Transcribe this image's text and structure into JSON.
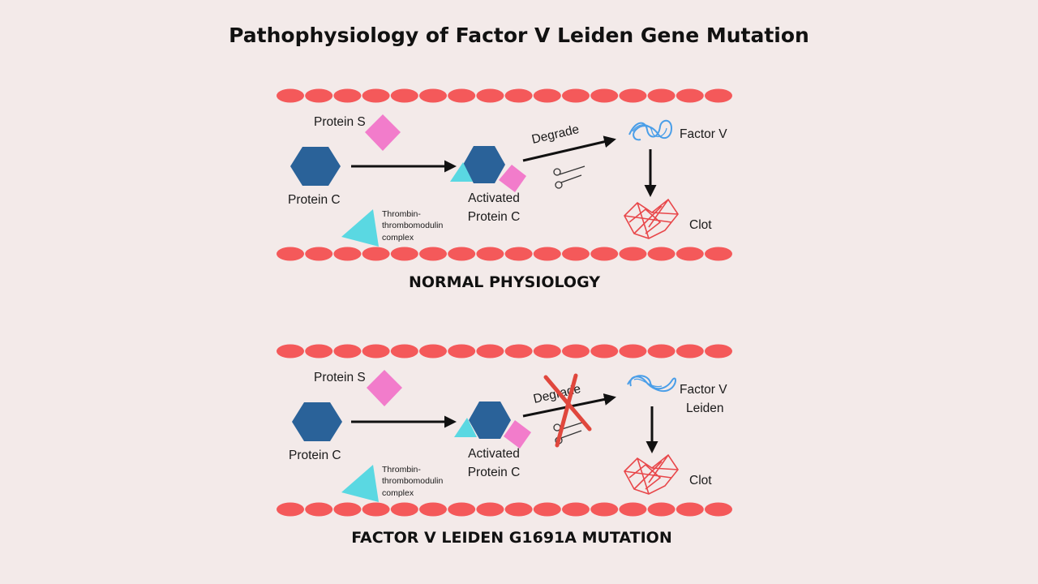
{
  "title": "Pathophysiology of Factor V Leiden Gene Mutation",
  "colors": {
    "background": "#f3eae9",
    "vessel": "#f4595a",
    "protein_c": "#2a6299",
    "protein_s": "#f27ccb",
    "thrombin": "#5ad8e2",
    "factor_v": "#4a9ee8",
    "clot": "#e8474a",
    "cross": "#e0473d",
    "arrow": "#111111"
  },
  "panels": [
    {
      "caption": "NORMAL PHYSIOLOGY",
      "protein_s": "Protein S",
      "protein_c": "Protein C",
      "thrombin": [
        "Thrombin-",
        "thrombomodulin",
        "complex"
      ],
      "activated": [
        "Activated",
        "Protein C"
      ],
      "degrade": "Degrade",
      "factor": [
        "Factor V"
      ],
      "clot": "Clot",
      "blocked": false
    },
    {
      "caption": "FACTOR V LEIDEN G1691A MUTATION",
      "protein_s": "Protein S",
      "protein_c": "Protein C",
      "thrombin": [
        "Thrombin-",
        "thrombomodulin",
        "complex"
      ],
      "activated": [
        "Activated",
        "Protein C"
      ],
      "degrade": "Degrade",
      "factor": [
        "Factor V",
        "Leiden"
      ],
      "clot": "Clot",
      "blocked": true
    }
  ],
  "icons": {
    "scissors": "scissors-icon",
    "factor_v": "factor-v-coil-icon",
    "clot": "clot-mesh-icon",
    "cross": "blocked-cross-icon"
  }
}
